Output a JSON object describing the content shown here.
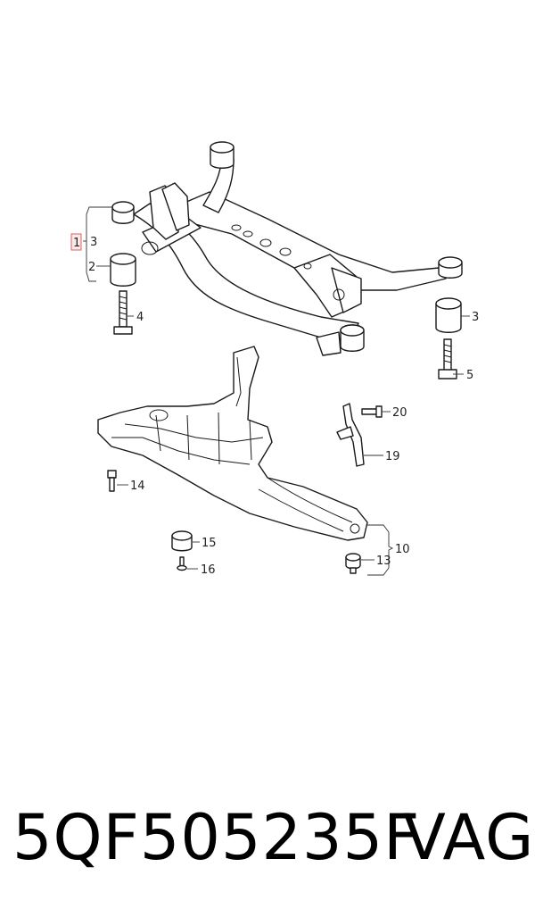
{
  "callouts": {
    "c1": "1",
    "c2": "2",
    "c3a": "3",
    "c3b": "3",
    "c4": "4",
    "c5": "5",
    "c10": "10",
    "c13": "13",
    "c14": "14",
    "c15": "15",
    "c16": "16",
    "c19": "19",
    "c20": "20"
  },
  "footer": {
    "part_number": "5QF505235F",
    "brand": "VAG"
  },
  "colors": {
    "highlight": "#e06060",
    "line": "#1a1a1a"
  }
}
